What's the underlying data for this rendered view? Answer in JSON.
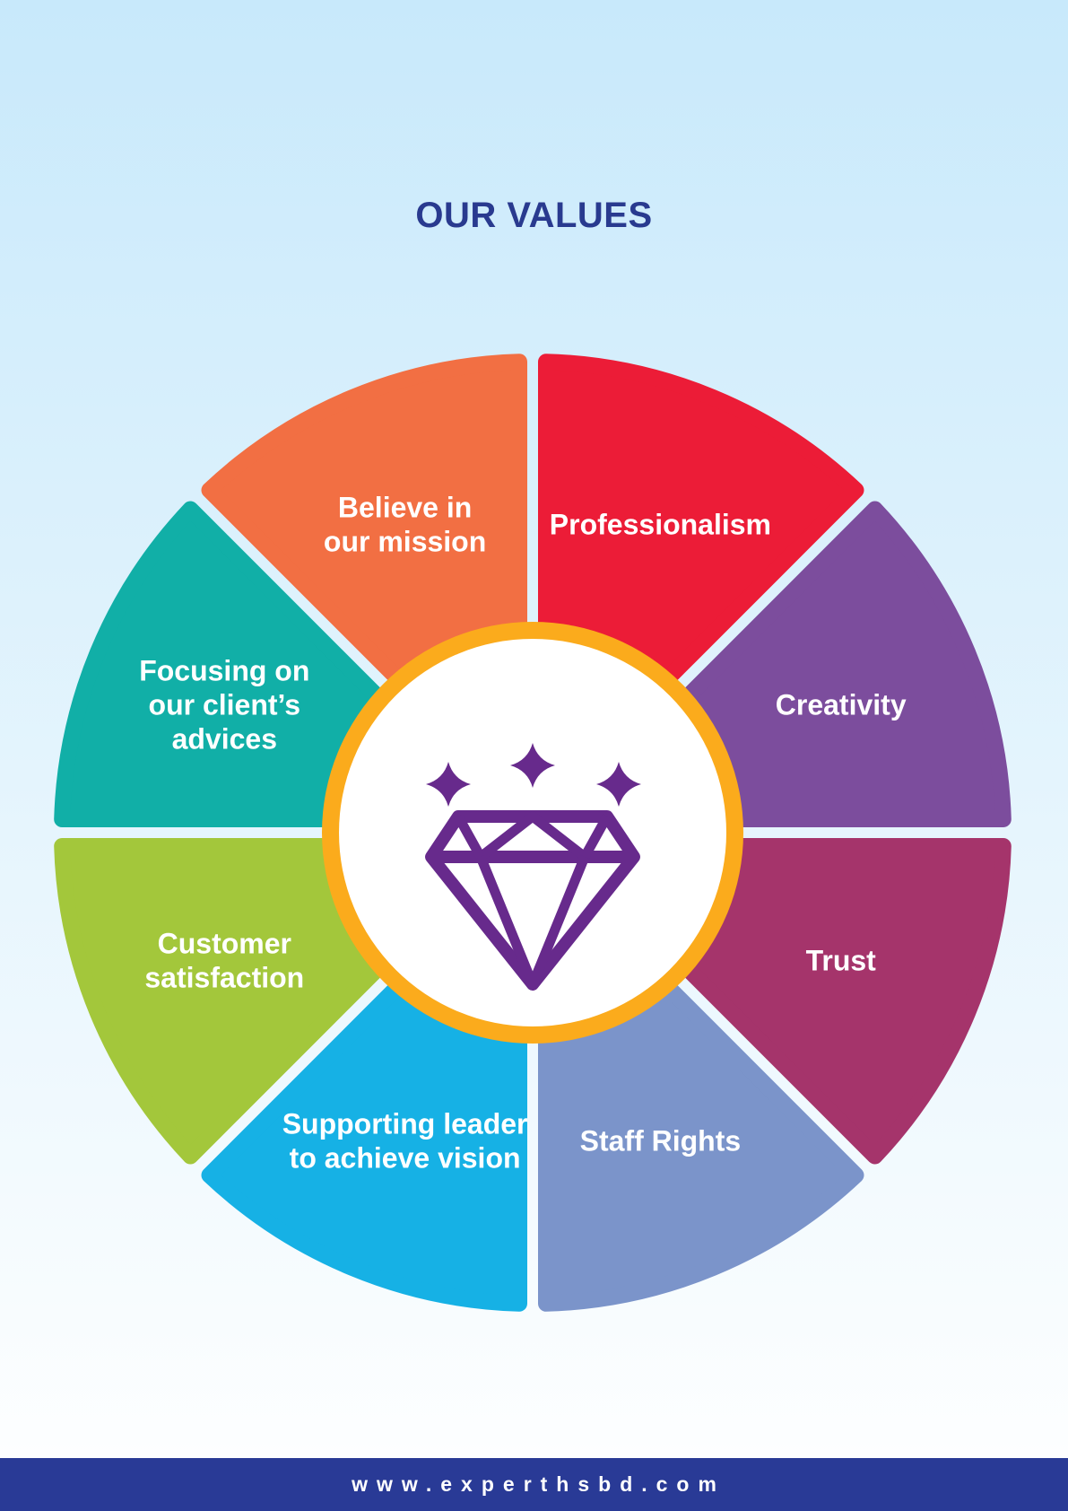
{
  "header": {
    "title": "OUR VALUES"
  },
  "wheel": {
    "segments": [
      {
        "lines": [
          "Professionalism"
        ],
        "color": "#ec1c37"
      },
      {
        "lines": [
          "Creativity"
        ],
        "color": "#7c4d9d"
      },
      {
        "lines": [
          "Trust"
        ],
        "color": "#a5346b"
      },
      {
        "lines": [
          "Staff Rights"
        ],
        "color": "#7b94ca"
      },
      {
        "lines": [
          "Supporting leader",
          "to achieve vision"
        ],
        "color": "#16b1e5"
      },
      {
        "lines": [
          "Customer",
          "satisfaction"
        ],
        "color": "#a3c73b"
      },
      {
        "lines": [
          "Focusing on",
          "our client’s",
          "advices"
        ],
        "color": "#11afa7"
      },
      {
        "lines": [
          "Believe in",
          "our mission"
        ],
        "color": "#f26f43"
      }
    ],
    "hub_ring_color": "#fbab1c",
    "hub_icon": "diamond-icon",
    "sparkle_icon": "sparkle-icon",
    "icon_color": "#672a8c"
  },
  "footer": {
    "url": "www.experthsbd.com"
  }
}
